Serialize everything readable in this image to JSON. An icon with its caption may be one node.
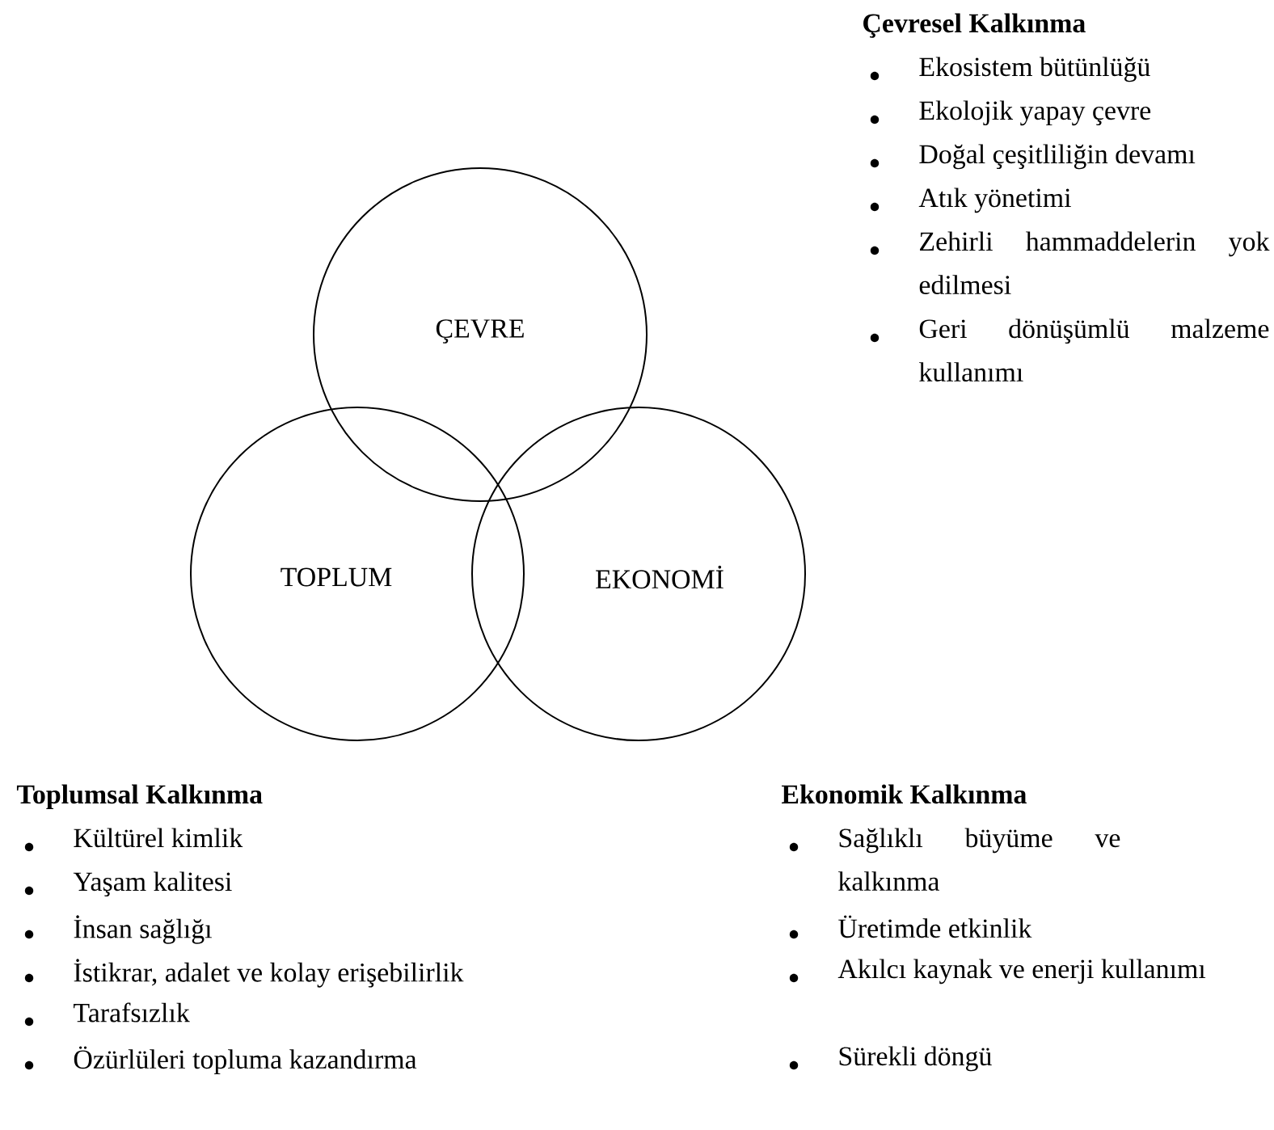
{
  "diagram": {
    "nodes": [
      {
        "text": [
          "ÇEVRE"
        ]
      },
      {
        "text": [
          "TOPLUM"
        ]
      },
      {
        "text": [
          "EKONOMİ"
        ]
      }
    ],
    "labels": [
      "Çevresel Kalkınma",
      "Ekosistem bütünlüğü",
      "Ekolojik yapay çevre",
      "Doğal çeşitliliğin devamı",
      "Atık yönetimi",
      "Zehirli hammaddelerin yok edilmesi",
      "Geri dönüşümlü malzeme kullanımı",
      "Toplumsal Kalkınma",
      "Kültürel kimlik",
      "Yaşam kalitesi",
      "İnsan sağlığı",
      "İstikrar, adalet ve kolay erişebilirlik",
      "Tarafsızlık",
      "Özürlüleri topluma kazandırma",
      "Ekonomik Kalkınma",
      "Sağlıklı büyüme ve kalkınma",
      "Üretimde etkinlik",
      "Akılcı kaynak ve enerji kullanımı",
      "Sürekli döngü"
    ]
  }
}
